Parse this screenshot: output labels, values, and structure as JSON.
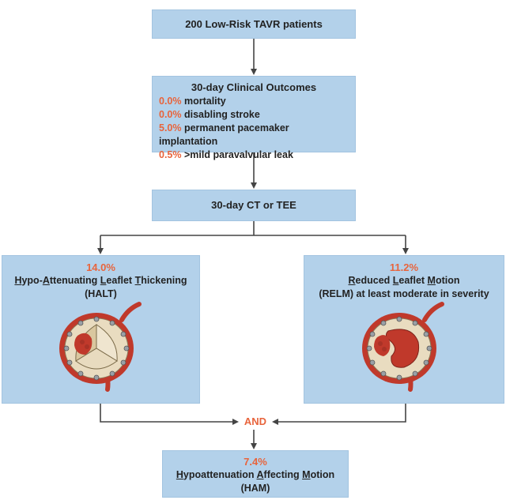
{
  "top": {
    "title": "200 Low-Risk TAVR patients"
  },
  "outcomes": {
    "title": "30-day Clinical Outcomes",
    "items": [
      {
        "pct": "0.0%",
        "label": "mortality"
      },
      {
        "pct": "0.0%",
        "label": "disabling stroke"
      },
      {
        "pct": "5.0%",
        "label": "permanent pacemaker implantation"
      },
      {
        "pct": "0.5%",
        "label": ">mild paravalvular leak"
      }
    ]
  },
  "imaging": {
    "title": "30-day CT or TEE"
  },
  "halt": {
    "pct": "14.0%",
    "name_parts": [
      {
        "text": "H",
        "u": true
      },
      {
        "text": "ypo-",
        "u": false
      },
      {
        "text": "A",
        "u": true
      },
      {
        "text": "ttenuating ",
        "u": false
      },
      {
        "text": "L",
        "u": true
      },
      {
        "text": "eaflet ",
        "u": false
      },
      {
        "text": "T",
        "u": true
      },
      {
        "text": "hickening",
        "u": false
      }
    ],
    "abbr": "(HALT)"
  },
  "relm": {
    "pct": "11.2%",
    "name_parts": [
      {
        "text": "R",
        "u": true
      },
      {
        "text": "educed ",
        "u": false
      },
      {
        "text": "L",
        "u": true
      },
      {
        "text": "eaflet ",
        "u": false
      },
      {
        "text": "M",
        "u": true
      },
      {
        "text": "otion",
        "u": false
      }
    ],
    "abbr": "(RELM) at least moderate in severity"
  },
  "connector": {
    "label": "AND"
  },
  "ham": {
    "pct": "7.4%",
    "name_parts": [
      {
        "text": "H",
        "u": true
      },
      {
        "text": "ypoattenuation ",
        "u": false
      },
      {
        "text": "A",
        "u": true
      },
      {
        "text": "ffecting ",
        "u": false
      },
      {
        "text": "M",
        "u": true
      },
      {
        "text": "otion",
        "u": false
      }
    ],
    "abbr": "(HAM)"
  },
  "colors": {
    "box": "#b3d1ea",
    "accent": "#e8643c",
    "arrow": "#444444"
  }
}
